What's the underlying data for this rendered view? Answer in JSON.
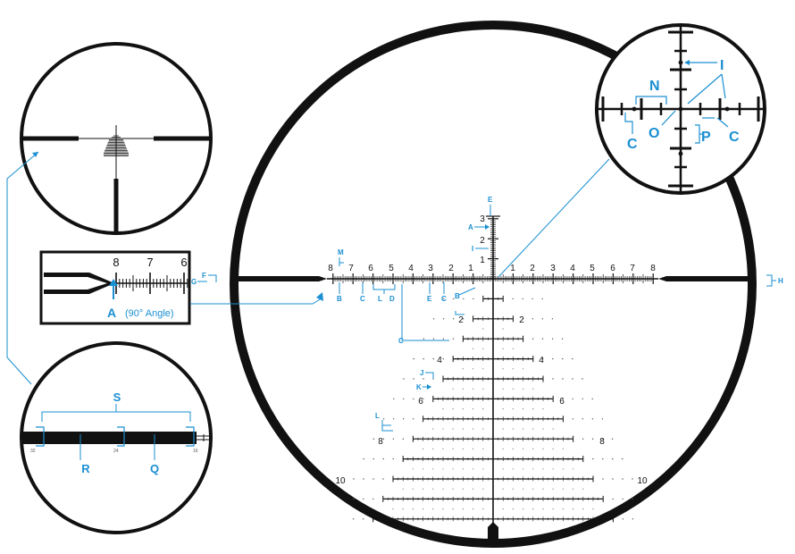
{
  "colors": {
    "reticle": "#111111",
    "callout": "#1a8fd1",
    "background": "#ffffff"
  },
  "main": {
    "hash_left": [
      "8",
      "7",
      "6",
      "5",
      "4",
      "3",
      "2",
      "1"
    ],
    "hash_right": [
      "1",
      "2",
      "3",
      "4",
      "5",
      "6",
      "7",
      "8"
    ],
    "hash_up": [
      "3",
      "2",
      "1"
    ],
    "tree_labels": [
      {
        "row": 2,
        "text": "2"
      },
      {
        "row": 4,
        "text": "4"
      },
      {
        "row": 6,
        "text": "6"
      },
      {
        "row": 8,
        "text": "8"
      },
      {
        "row": 10,
        "text": "10"
      }
    ],
    "callouts": {
      "E": "E",
      "A": "A",
      "I": "I",
      "M": "M",
      "F": "F",
      "G": "G",
      "H": "H",
      "B1": "B",
      "C1": "C",
      "L1": "L",
      "D1": "D",
      "E2": "E",
      "C2": "C",
      "B2": "B",
      "C3": "C",
      "J": "J",
      "K": "K",
      "L2": "L"
    }
  },
  "inset_detail": {
    "labels": {
      "I": "I",
      "N": "N",
      "O": "O",
      "P": "P",
      "C_left": "C",
      "C_right": "C"
    }
  },
  "inset_edge": {
    "numbers": [
      "8",
      "7",
      "6"
    ],
    "callout_letter": "A",
    "callout_note": "(90° Angle)"
  },
  "inset_post": {
    "labels": {
      "S": "S",
      "R": "R",
      "Q": "Q"
    },
    "small_numbers": [
      "32",
      "24",
      "16"
    ]
  }
}
